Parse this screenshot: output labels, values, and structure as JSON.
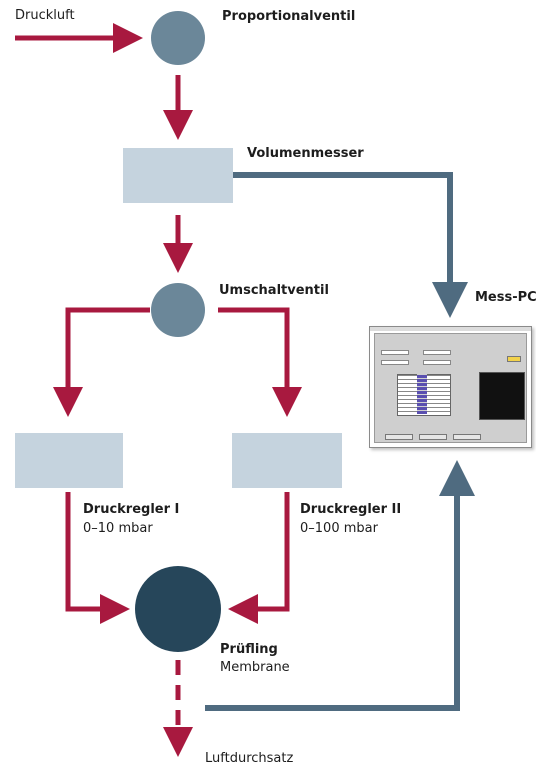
{
  "labels": {
    "druckluft": "Druckluft",
    "proportionalventil": "Proportionalventil",
    "volumenmesser": "Volumenmesser",
    "umschaltventil": "Umschaltventil",
    "mess_pc": "Mess-PC",
    "druckregler_1": "Druckregler I",
    "druckregler_1_range": "0–10 mbar",
    "druckregler_2": "Druckregler II",
    "druckregler_2_range": "0–100 mbar",
    "pruefling": "Prüfling",
    "membrane": "Membrane",
    "luftdurchsatz": "Luftdurchsatz"
  },
  "colors": {
    "air_flow": "#a8193f",
    "signal": "#4f6b80",
    "valve": "#6b8799",
    "box": "#c5d3de",
    "specimen": "#26465a"
  }
}
